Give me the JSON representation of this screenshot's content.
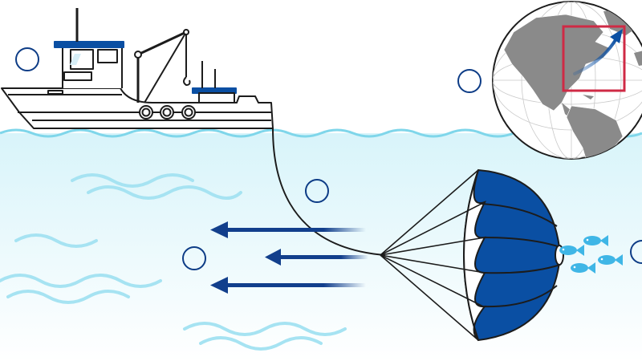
{
  "colors": {
    "sky": "#ffffff",
    "water_top": "#dcf6fb",
    "water_bottom": "#ffffff",
    "waterline": "#7fd6ea",
    "wave_ripple": "#8fdcf0",
    "outline": "#1c1c1c",
    "accent_blue": "#0a4fa3",
    "deep_blue": "#123f8c",
    "fish": "#3fb6e6",
    "bubble": "#0d3c86",
    "land": "#8a8a8a",
    "highlight_box": "#cf2a45"
  },
  "icons": {
    "vessel": "fishing-trawler-icon",
    "net": "parachute-drift-net-icon",
    "fish": "fish-icon",
    "globe": "globe-icon",
    "arrow": "gulf-stream-arrow-icon"
  },
  "scene": {
    "fish_count": 4,
    "flow_arrow_count": 3,
    "bubble_count": 5,
    "net_panel_count": 5
  }
}
